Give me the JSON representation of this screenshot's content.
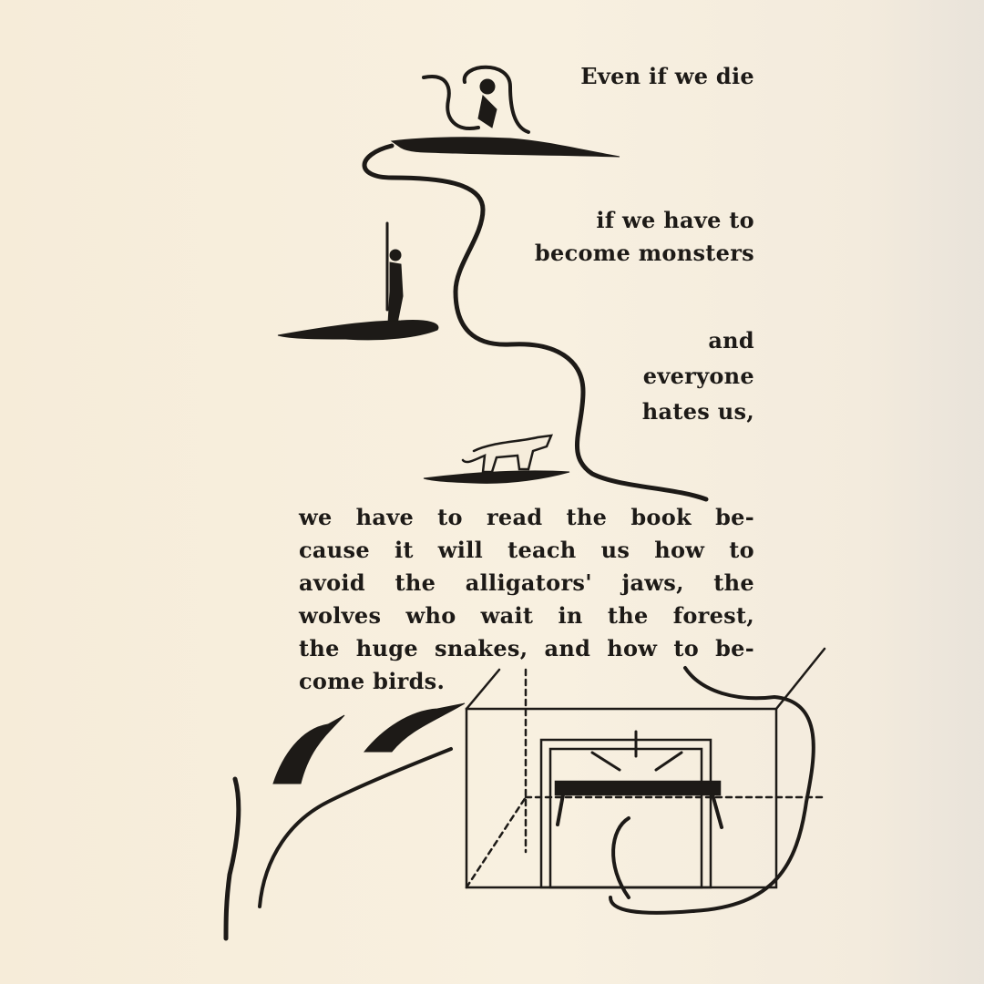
{
  "verses": {
    "v1": [
      "Even if we die"
    ],
    "v2": [
      "if we have to",
      "become monsters"
    ],
    "v3": [
      "and",
      "everyone",
      "hates us,"
    ]
  },
  "paragraph": [
    "we have to read the book be-",
    "cause it will teach us how to",
    "avoid the alligators' jaws, the",
    "wolves who wait in the forest,",
    "the huge snakes, and how to be-",
    "come birds."
  ],
  "illustrations": [
    "figure-on-alligator-with-snake",
    "figure-with-torch-on-alligator",
    "wolf-on-alligator",
    "birds-and-lizard",
    "box-with-figure-on-table"
  ],
  "colors": {
    "paper": "#f6ecd9",
    "ink": "#1d1a17"
  }
}
